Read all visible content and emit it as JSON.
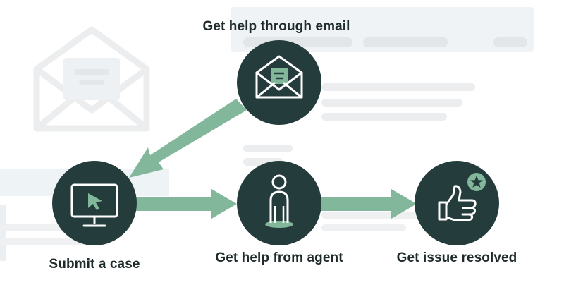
{
  "diagram": {
    "nodes": [
      {
        "id": "email",
        "label": "Get help through email",
        "icon": "envelope-icon"
      },
      {
        "id": "submit",
        "label": "Submit a case",
        "icon": "monitor-cursor-icon"
      },
      {
        "id": "agent",
        "label": "Get help from agent",
        "icon": "person-icon"
      },
      {
        "id": "resolved",
        "label": "Get issue resolved",
        "icon": "thumbs-up-star-icon"
      }
    ],
    "edges": [
      {
        "from": "email",
        "to": "submit"
      },
      {
        "from": "submit",
        "to": "agent"
      },
      {
        "from": "agent",
        "to": "resolved"
      }
    ]
  },
  "colors": {
    "node_fill": "#243c3b",
    "arrow": "#82b79c",
    "icon_stroke": "#ffffff",
    "icon_accent": "#82b79c",
    "background_shapes": "#eef0f1",
    "text": "#1f2a2a"
  }
}
